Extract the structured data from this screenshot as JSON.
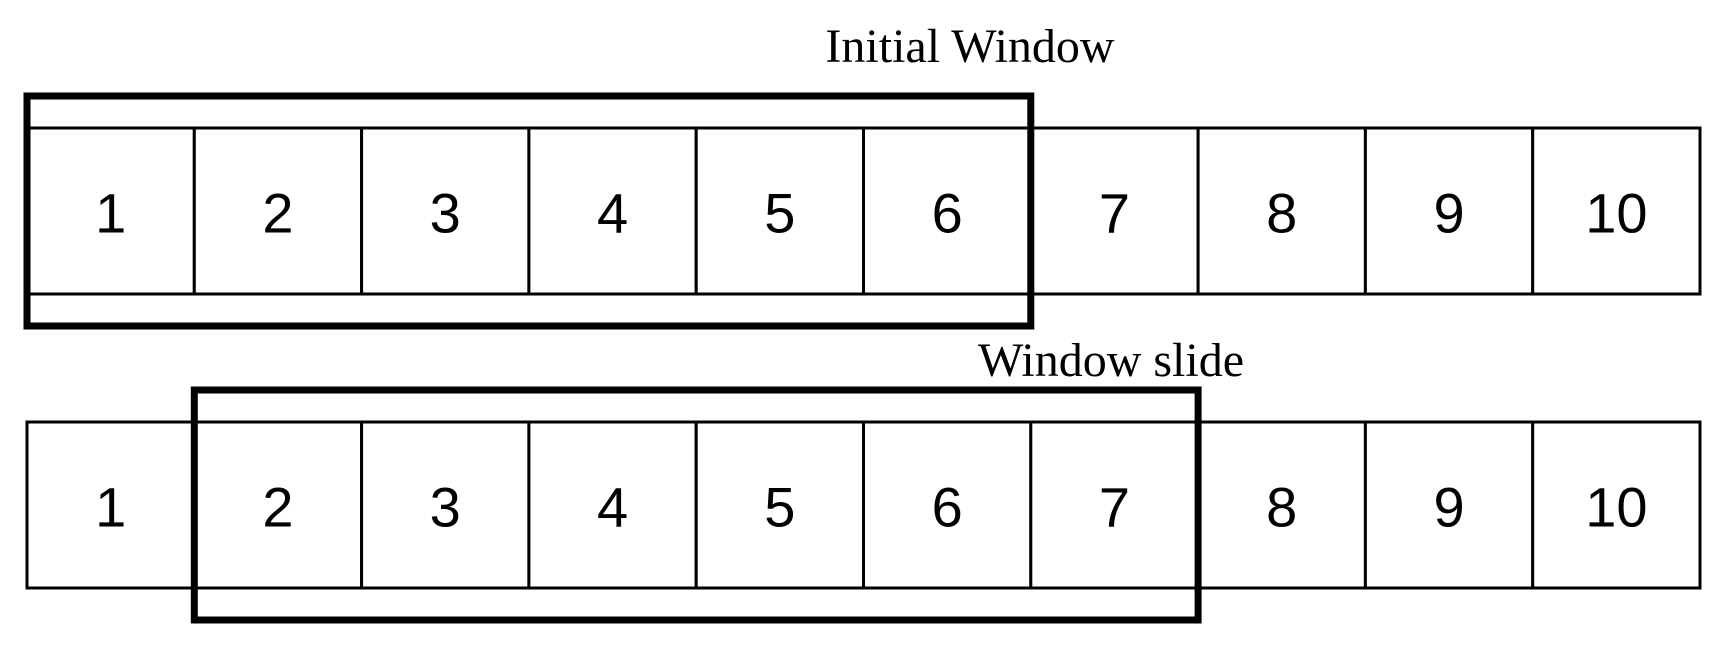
{
  "rows": [
    {
      "title": "Initial Window",
      "cells": [
        "1",
        "2",
        "3",
        "4",
        "5",
        "6",
        "7",
        "8",
        "9",
        "10"
      ],
      "window_start_index": 0,
      "window_size": 6
    },
    {
      "title": "Window slide",
      "cells": [
        "1",
        "2",
        "3",
        "4",
        "5",
        "6",
        "7",
        "8",
        "9",
        "10"
      ],
      "window_start_index": 1,
      "window_size": 6
    }
  ]
}
